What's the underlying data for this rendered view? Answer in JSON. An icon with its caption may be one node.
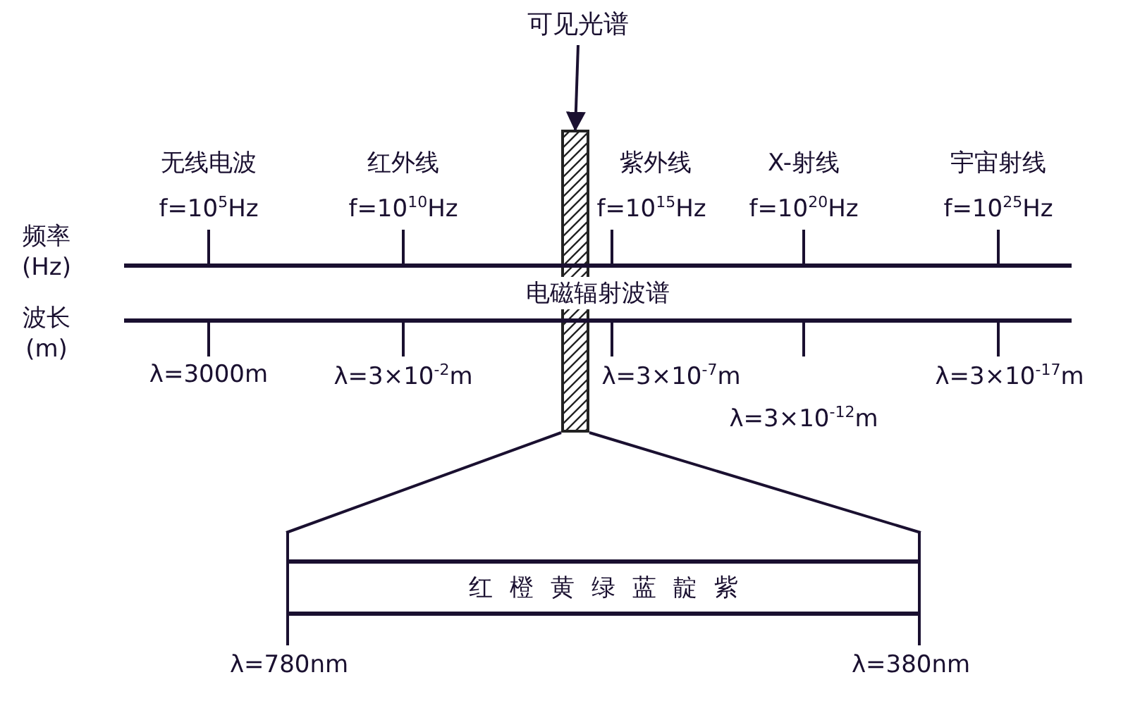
{
  "diagram": {
    "nodes": [
      {
        "text": [
          "可见光谱"
        ]
      },
      {
        "text": [],
        "shape": "bar"
      },
      {
        "text": [
          "电磁辐射波谱"
        ]
      },
      {
        "text": [
          "红橙黄绿蓝靛紫"
        ]
      }
    ],
    "edges": [
      {
        "from": 0,
        "to": 1,
        "arrow": "to"
      },
      {
        "from": 1,
        "to": 3,
        "arrow": "none"
      }
    ],
    "labels": [
      "无线电波",
      "红外线",
      "紫外线",
      "X-射线",
      "宇宙射线",
      "f=10$^{5}$Hz",
      "f=10$^{10}$Hz",
      "f=10$^{15}$Hz",
      "f=10$^{20}$Hz",
      "f=10$^{25}$Hz",
      "频率 (Hz)",
      "波长 (m)",
      "λ=3000m",
      "λ=3×10$^{-2}$m",
      "λ=3×10$^{-7}$m",
      "λ=3×10$^{-17}$m",
      "λ=3×10$^{-12}$m",
      "λ=780nm",
      "λ=380nm"
    ]
  }
}
